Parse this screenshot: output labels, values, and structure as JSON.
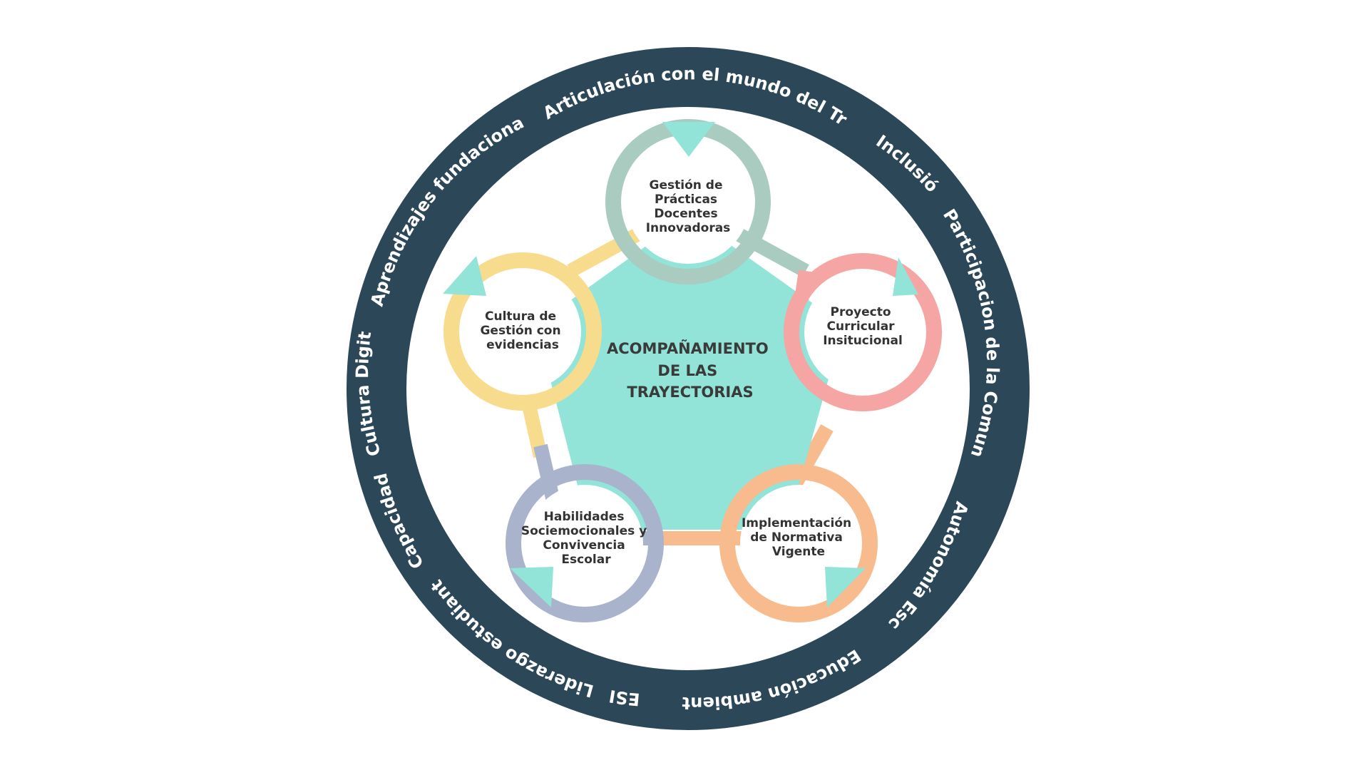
{
  "colors": {
    "outer_ring": "#2c4757",
    "pentagon": "#92e3d8",
    "arrow": "#92e3d8",
    "gestion": "#a9cbc0",
    "proyecto": "#f5a5a3",
    "implementacion": "#f7bb8e",
    "habilidades": "#a9b3cb",
    "cultura": "#f6dc8c"
  },
  "center": {
    "lines": [
      "ACOMPAÑAMIENTO",
      "DE LAS",
      "TRAYECTORIAS"
    ]
  },
  "nodes": [
    {
      "id": "gestion",
      "lines": [
        "Gestión de",
        "Prácticas",
        "Docentes",
        "Innovadoras"
      ],
      "color": "#a9cbc0"
    },
    {
      "id": "proyecto",
      "lines": [
        "Proyecto",
        "Curricular",
        "Insitucional"
      ],
      "color": "#f5a5a3"
    },
    {
      "id": "implementacion",
      "lines": [
        "Implementación",
        "de Normativa",
        "Vigente"
      ],
      "color": "#f7bb8e"
    },
    {
      "id": "habilidades",
      "lines": [
        "Habilidades",
        "Sociemocionales y",
        "Convivencia",
        "Escolar"
      ],
      "color": "#a9b3cb"
    },
    {
      "id": "cultura",
      "lines": [
        "Cultura de",
        "Gestión con",
        "evidencias"
      ],
      "color": "#f6dc8c"
    }
  ],
  "ring_labels": {
    "top": [
      "Articulación con el mundo del Trabajo",
      "Inclusión",
      "Participacion de la Comunidad",
      "Aprendizajes fundacionales",
      "Cultura Digital",
      "Capacidades"
    ],
    "bottom": [
      "Autonomía Escolar",
      "Educación ambiental",
      "ESI",
      "Liderazgo estudiantil"
    ]
  }
}
